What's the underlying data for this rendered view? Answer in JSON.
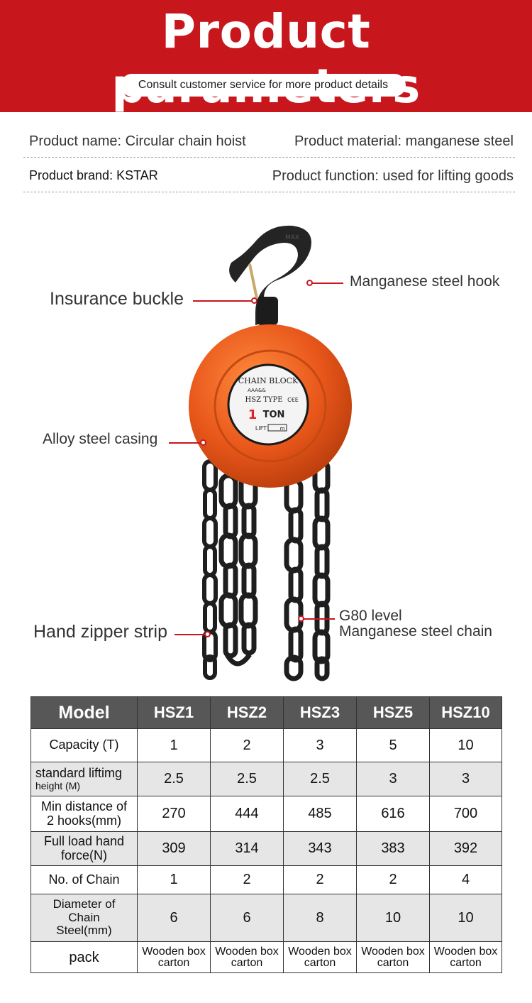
{
  "hero": {
    "title": "Product parameters",
    "subtitle": "Consult customer service for more product details"
  },
  "info": {
    "name": "Product name: Circular chain hoist",
    "material": "Product material:  manganese steel",
    "brand": "Product brand:  KSTAR",
    "function": "Product function:  used for lifting goods"
  },
  "image": {
    "plate_title": "CHAIN BLOCK",
    "plate_type": "HSZ TYPE",
    "plate_mark": "AAA&&",
    "plate_ce": "C€E",
    "plate_ton": "1",
    "plate_ton_unit": "TON",
    "plate_lift": "LIFT",
    "plate_lift_unit": "m",
    "hook_mark": "MAX"
  },
  "callouts": {
    "hook": "Manganese steel hook",
    "buckle": "Insurance buckle",
    "casing": "Alloy steel casing",
    "chain_grade": "G80 level",
    "chain_type": "Manganese steel chain",
    "zipper": "Hand zipper strip"
  },
  "colors": {
    "brand_red": "#c8161d",
    "casing_orange": "#e8561a",
    "header_grey": "#575757"
  },
  "table": {
    "headers": [
      "Model",
      "HSZ1",
      "HSZ2",
      "HSZ3",
      "HSZ5",
      "HSZ10"
    ],
    "rows": [
      {
        "label": "Capacity (T)",
        "values": [
          "1",
          "2",
          "3",
          "5",
          "10"
        ]
      },
      {
        "label": "standard liftimg",
        "label_sub": "height (M)",
        "values": [
          "2.5",
          "2.5",
          "2.5",
          "3",
          "3"
        ]
      },
      {
        "label": "Min distance of",
        "label_sub": "2 hooks(mm)",
        "values": [
          "270",
          "444",
          "485",
          "616",
          "700"
        ]
      },
      {
        "label": "Full load hand",
        "label_sub": "force(N)",
        "values": [
          "309",
          "314",
          "343",
          "383",
          "392"
        ]
      },
      {
        "label": "No. of Chain",
        "values": [
          "1",
          "2",
          "2",
          "2",
          "4"
        ]
      },
      {
        "label": "Diameter of",
        "label_sub": "Chain",
        "label_sub2": "Steel(mm)",
        "values": [
          "6",
          "6",
          "8",
          "10",
          "10"
        ]
      },
      {
        "label": "pack",
        "values": [
          "Wooden box carton",
          "Wooden box carton",
          "Wooden box carton",
          "Wooden box carton",
          "Wooden box carton"
        ]
      }
    ]
  }
}
